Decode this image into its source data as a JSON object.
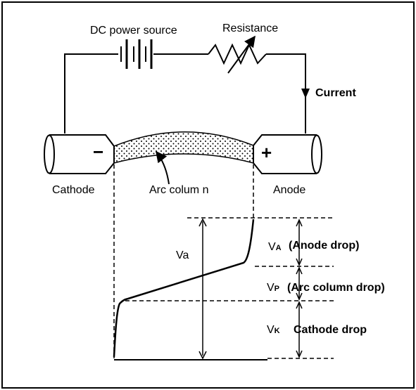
{
  "labels": {
    "dc_power_source": "DC power source",
    "resistance": "Resistance",
    "current": "Current",
    "cathode": "Cathode",
    "arc_column": "Arc colum n",
    "anode": "Anode",
    "va": "Va",
    "anode_drop_symbol": "V",
    "anode_drop_sub": "A",
    "anode_drop_label": "(Anode drop)",
    "arc_drop_symbol": "V",
    "arc_drop_sub": "P",
    "arc_drop_label": "(Arc column drop)",
    "cathode_drop_symbol": "V",
    "cathode_drop_sub": "K",
    "cathode_drop_label": "Cathode drop",
    "minus_sign": "−",
    "plus_sign": "+"
  }
}
